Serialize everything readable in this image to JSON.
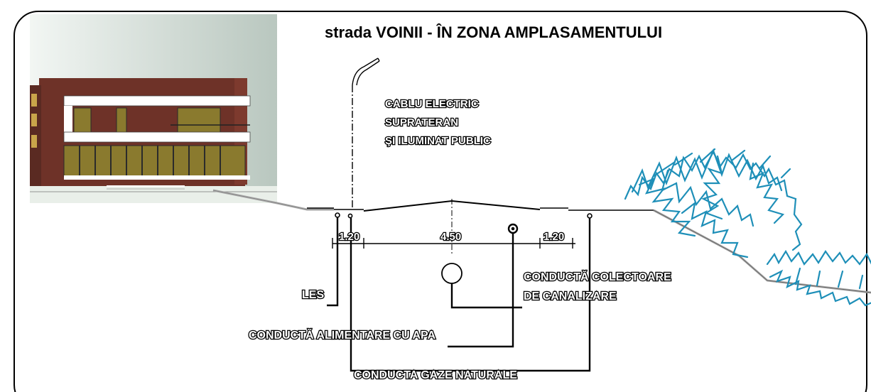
{
  "title": "strada VOINII - ÎN ZONA AMPLASAMENTULUI",
  "labels": {
    "cable": [
      "CABLU ELECTRIC",
      "SUPRATERAN",
      "ŞI ILUMINAT PUBLIC"
    ],
    "les": "LES",
    "sewer": [
      "CONDUCTĂ COLECTOARE",
      "DE CANALIZARE"
    ],
    "water": "CONDUCTĂ ALIMENTARE CU APA",
    "gas": "CONDUCTA GAZE NATURALE"
  },
  "dimensions": {
    "left_sidewalk": "1.20",
    "roadway": "4.50",
    "right_sidewalk": "1.20"
  },
  "colors": {
    "building_wall": "#6e3228",
    "glazing": "#8a7a2e",
    "vegetation": "#1e8fb8",
    "frame": "#000000"
  }
}
